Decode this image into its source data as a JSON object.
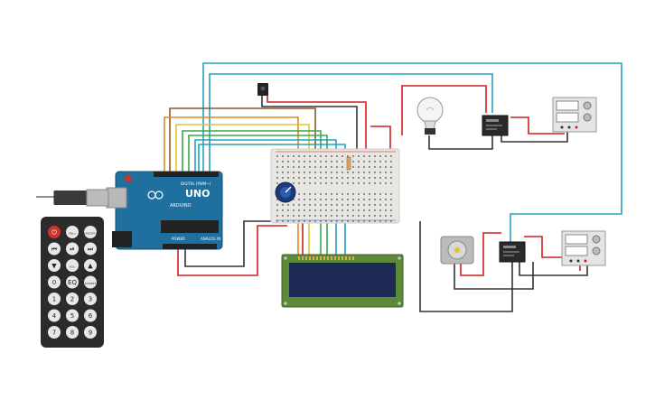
{
  "arduino": {
    "brand_text": "UNO",
    "sub_text": "ARDUINO",
    "digital_label": "DIGITAL (PWM~)",
    "analog_label": "ANALOG IN",
    "power_label": "POWER"
  },
  "remote": {
    "buttons": [
      {
        "id": "power",
        "text": "⏻"
      },
      {
        "id": "vol_plus",
        "text": "VOL+"
      },
      {
        "id": "func",
        "text": "FUNC/STOP"
      },
      {
        "id": "prev",
        "text": "⏮"
      },
      {
        "id": "play",
        "text": "⏯"
      },
      {
        "id": "next",
        "text": "⏭"
      },
      {
        "id": "down",
        "text": "▼"
      },
      {
        "id": "vol_minus",
        "text": "VOL-"
      },
      {
        "id": "up",
        "text": "▲"
      },
      {
        "id": "zero",
        "text": "0"
      },
      {
        "id": "eq",
        "text": "EQ"
      },
      {
        "id": "st",
        "text": "ST/REPT"
      },
      {
        "id": "one",
        "text": "1"
      },
      {
        "id": "two",
        "text": "2"
      },
      {
        "id": "three",
        "text": "3"
      },
      {
        "id": "four",
        "text": "4"
      },
      {
        "id": "five",
        "text": "5"
      },
      {
        "id": "six",
        "text": "6"
      },
      {
        "id": "seven",
        "text": "7"
      },
      {
        "id": "eight",
        "text": "8"
      },
      {
        "id": "nine",
        "text": "9"
      }
    ]
  },
  "colors": {
    "arduino_board": "#1f6f9f",
    "breadboard": "#e8e6e1",
    "lcd_green": "#5d8a3a",
    "lcd_screen": "#1e2a55",
    "wire_red": "#d02020",
    "wire_black": "#333333",
    "wire_teal": "#27a0c0",
    "wire_orange": "#e08a1e",
    "wire_yellow": "#e6c22a",
    "wire_green": "#3aa84a",
    "wire_brown": "#8a5a2a"
  }
}
